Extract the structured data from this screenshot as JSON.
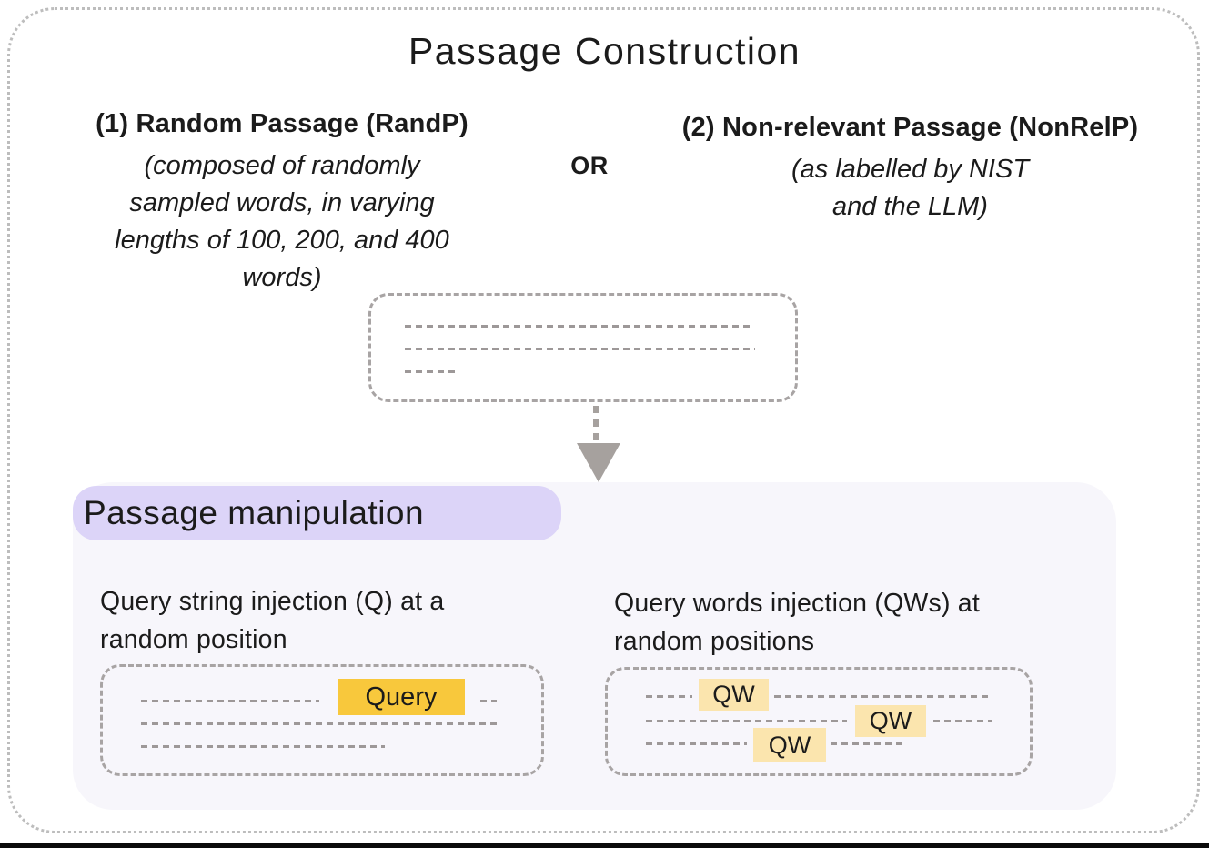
{
  "title": "Passage Construction",
  "options": {
    "option1": {
      "heading": "(1) Random Passage (RandP)",
      "description": "(composed of randomly\nsampled words, in varying\nlengths of 100, 200, and 400\nwords)"
    },
    "or_label": "OR",
    "option2": {
      "heading": "(2) Non-relevant Passage (NonRelP)",
      "description": "(as labelled by NIST\nand the LLM)"
    }
  },
  "manipulation": {
    "heading": "Passage manipulation",
    "left": {
      "caption": "Query string injection (Q) at a\nrandom position",
      "chip_label": "Query"
    },
    "right": {
      "caption": "Query words injection (QWs)  at\nrandom positions",
      "chip_label": "QW"
    }
  },
  "colors": {
    "ink": "#1b1b1b",
    "frame_dot": "#bdbdbd",
    "box_dash": "#a8a4a4",
    "line_dash": "#9d9898",
    "arrow_gray": "#a6a19e",
    "gold": "#f8c83c",
    "pale_yellow": "#fbe5ae",
    "pill_lavender": "#dcd4f8",
    "panel_lavender": "#f7f6fb"
  }
}
